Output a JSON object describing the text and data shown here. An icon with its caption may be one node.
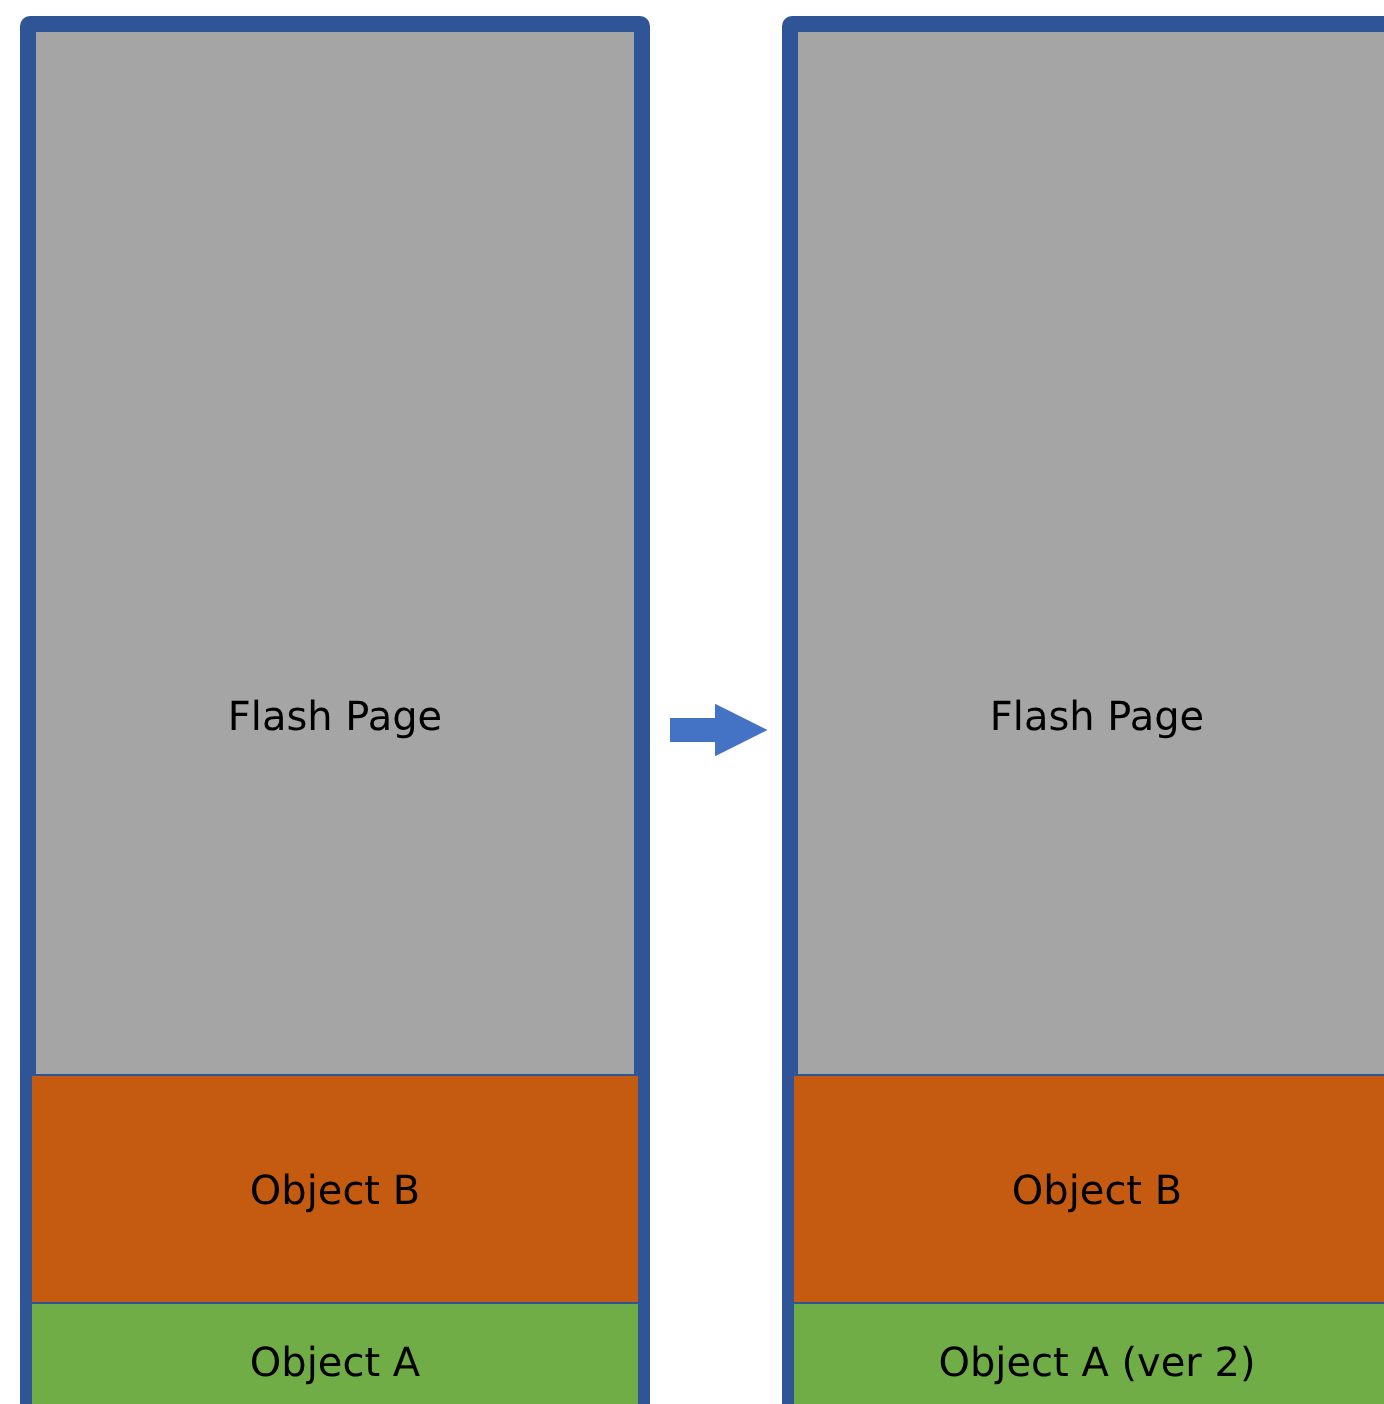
{
  "diagram": {
    "nodes": [
      {
        "text": [
          "Flash Page"
        ]
      },
      {
        "text": [
          "Object B"
        ],
        "in": 0
      },
      {
        "text": [
          "Object A"
        ],
        "in": 0
      },
      {
        "text": [
          "Flash Page"
        ]
      },
      {
        "text": [
          "Object B"
        ],
        "in": 3
      },
      {
        "text": [
          "Object A (ver 2)"
        ],
        "in": 3
      }
    ],
    "edges": [
      {
        "from": 0,
        "to": 3,
        "arrow": "to"
      }
    ]
  }
}
